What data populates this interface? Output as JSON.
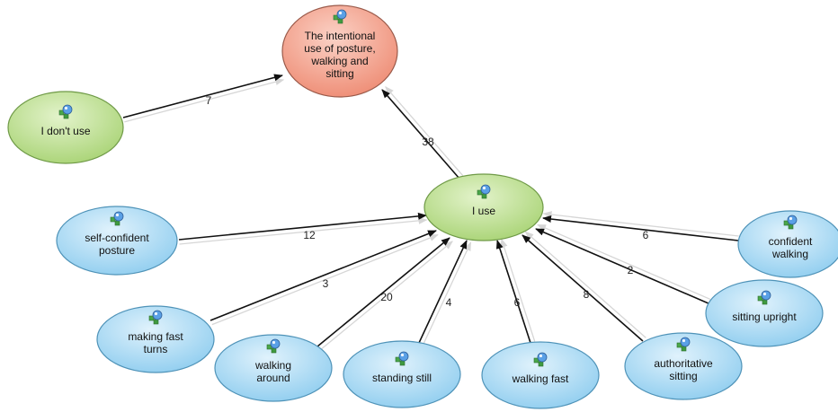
{
  "colors": {
    "red_node": "#f3a190",
    "green_node": "#b8dc8a",
    "blue_node": "#a9d8f2",
    "edge": "#111111"
  },
  "nodes": {
    "root": {
      "label": [
        "The intentional",
        "use of posture,",
        "walking and",
        "sitting"
      ],
      "style": "red",
      "icon": "network-node-icon"
    },
    "i_dont_use": {
      "label": [
        "I don't use"
      ],
      "style": "green",
      "icon": "network-node-icon"
    },
    "i_use": {
      "label": [
        "I use"
      ],
      "style": "green",
      "icon": "network-node-icon"
    },
    "self_confident_posture": {
      "label": [
        "self-confident",
        "posture"
      ],
      "style": "blue",
      "icon": "network-node-icon"
    },
    "making_fast_turns": {
      "label": [
        "making fast",
        "turns"
      ],
      "style": "blue",
      "icon": "network-node-icon"
    },
    "walking_around": {
      "label": [
        "walking",
        "around"
      ],
      "style": "blue",
      "icon": "network-node-icon"
    },
    "standing_still": {
      "label": [
        "standing still"
      ],
      "style": "blue",
      "icon": "network-node-icon"
    },
    "walking_fast": {
      "label": [
        "walking fast"
      ],
      "style": "blue",
      "icon": "network-node-icon"
    },
    "authoritative_sitting": {
      "label": [
        "authoritative",
        "sitting"
      ],
      "style": "blue",
      "icon": "network-node-icon"
    },
    "sitting_upright": {
      "label": [
        "sitting upright"
      ],
      "style": "blue",
      "icon": "network-node-icon"
    },
    "confident_walking": {
      "label": [
        "confident",
        "walking"
      ],
      "style": "blue",
      "icon": "network-node-icon"
    }
  },
  "edges": [
    {
      "from": "i_dont_use",
      "to": "root",
      "weight": "7"
    },
    {
      "from": "i_use",
      "to": "root",
      "weight": "38"
    },
    {
      "from": "self_confident_posture",
      "to": "i_use",
      "weight": "12"
    },
    {
      "from": "making_fast_turns",
      "to": "i_use",
      "weight": "3"
    },
    {
      "from": "walking_around",
      "to": "i_use",
      "weight": "20"
    },
    {
      "from": "standing_still",
      "to": "i_use",
      "weight": "4"
    },
    {
      "from": "walking_fast",
      "to": "i_use",
      "weight": "6"
    },
    {
      "from": "authoritative_sitting",
      "to": "i_use",
      "weight": "8"
    },
    {
      "from": "sitting_upright",
      "to": "i_use",
      "weight": "2"
    },
    {
      "from": "confident_walking",
      "to": "i_use",
      "weight": "6"
    }
  ]
}
